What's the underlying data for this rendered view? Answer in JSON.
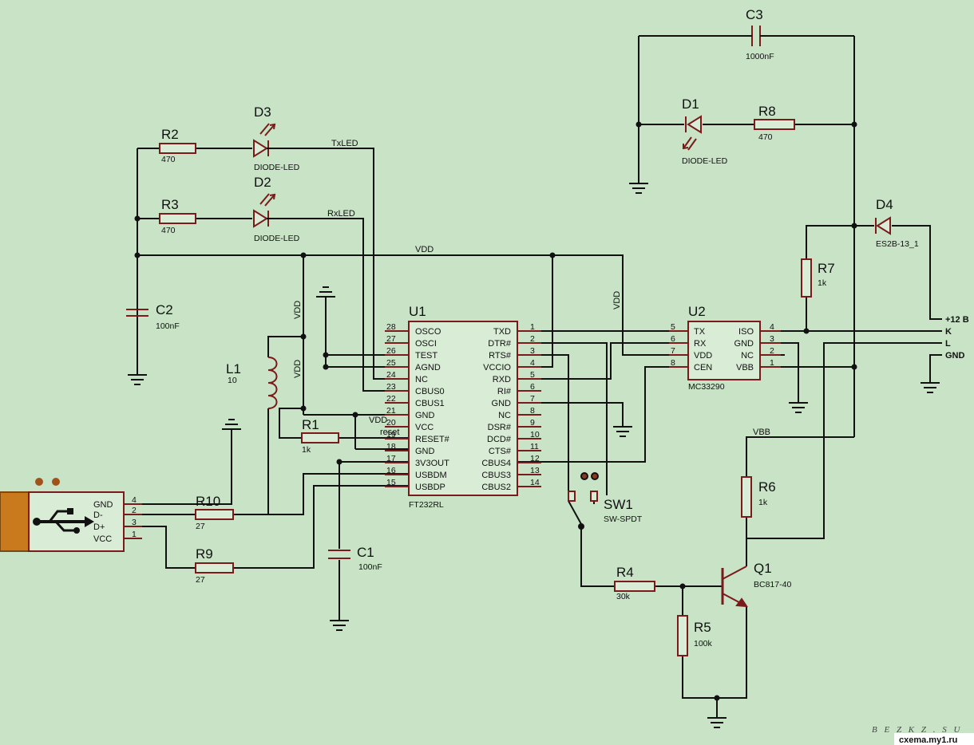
{
  "components": {
    "R1": {
      "ref": "R1",
      "value": "1k"
    },
    "R2": {
      "ref": "R2",
      "value": "470"
    },
    "R3": {
      "ref": "R3",
      "value": "470"
    },
    "R4": {
      "ref": "R4",
      "value": "30k"
    },
    "R5": {
      "ref": "R5",
      "value": "100k"
    },
    "R6": {
      "ref": "R6",
      "value": "1k"
    },
    "R7": {
      "ref": "R7",
      "value": "1k"
    },
    "R8": {
      "ref": "R8",
      "value": "470"
    },
    "R9": {
      "ref": "R9",
      "value": "27"
    },
    "R10": {
      "ref": "R10",
      "value": "27"
    },
    "C1": {
      "ref": "C1",
      "value": "100nF"
    },
    "C2": {
      "ref": "C2",
      "value": "100nF"
    },
    "C3": {
      "ref": "C3",
      "value": "1000nF"
    },
    "D1": {
      "ref": "D1",
      "value": "DIODE-LED"
    },
    "D2": {
      "ref": "D2",
      "value": "DIODE-LED"
    },
    "D3": {
      "ref": "D3",
      "value": "DIODE-LED"
    },
    "D4": {
      "ref": "D4",
      "value": "ES2B-13_1"
    },
    "L1": {
      "ref": "L1",
      "value": "10"
    },
    "Q1": {
      "ref": "Q1",
      "value": "BC817-40"
    },
    "SW1": {
      "ref": "SW1",
      "value": "SW-SPDT"
    },
    "U1": {
      "ref": "U1",
      "value": "FT232RL"
    },
    "U2": {
      "ref": "U2",
      "value": "MC33290"
    }
  },
  "u1_left_pins": [
    {
      "num": "28",
      "name": "OSCO"
    },
    {
      "num": "27",
      "name": "OSCI"
    },
    {
      "num": "26",
      "name": "TEST"
    },
    {
      "num": "25",
      "name": "AGND"
    },
    {
      "num": "24",
      "name": "NC"
    },
    {
      "num": "23",
      "name": "CBUS0"
    },
    {
      "num": "22",
      "name": "CBUS1"
    },
    {
      "num": "21",
      "name": "GND"
    },
    {
      "num": "20",
      "name": "VCC"
    },
    {
      "num": "19",
      "name": "RESET#"
    },
    {
      "num": "18",
      "name": "GND"
    },
    {
      "num": "17",
      "name": "3V3OUT"
    },
    {
      "num": "16",
      "name": "USBDM"
    },
    {
      "num": "15",
      "name": "USBDP"
    }
  ],
  "u1_right_pins": [
    {
      "num": "1",
      "name": "TXD"
    },
    {
      "num": "2",
      "name": "DTR#"
    },
    {
      "num": "3",
      "name": "RTS#"
    },
    {
      "num": "4",
      "name": "VCCIO"
    },
    {
      "num": "5",
      "name": "RXD"
    },
    {
      "num": "6",
      "name": "RI#"
    },
    {
      "num": "7",
      "name": "GND"
    },
    {
      "num": "8",
      "name": "NC"
    },
    {
      "num": "9",
      "name": "DSR#"
    },
    {
      "num": "10",
      "name": "DCD#"
    },
    {
      "num": "11",
      "name": "CTS#"
    },
    {
      "num": "12",
      "name": "CBUS4"
    },
    {
      "num": "13",
      "name": "CBUS3"
    },
    {
      "num": "14",
      "name": "CBUS2"
    }
  ],
  "u2_left_pins": [
    {
      "num": "5",
      "name": "TX"
    },
    {
      "num": "6",
      "name": "RX"
    },
    {
      "num": "7",
      "name": "VDD"
    },
    {
      "num": "8",
      "name": "CEN"
    }
  ],
  "u2_right_pins": [
    {
      "num": "4",
      "name": "ISO"
    },
    {
      "num": "3",
      "name": "GND"
    },
    {
      "num": "2",
      "name": "NC"
    },
    {
      "num": "1",
      "name": "VBB"
    }
  ],
  "usb_pins": [
    {
      "num": "4",
      "name": "GND"
    },
    {
      "num": "2",
      "name": "D-"
    },
    {
      "num": "3",
      "name": "D+"
    },
    {
      "num": "1",
      "name": "VCC"
    }
  ],
  "net_labels": {
    "txled": "TxLED",
    "rxled": "RxLED",
    "vdd_top": "VDD",
    "vdd_left1": "VDD",
    "vdd_left2": "VDD",
    "vdd_u1": "VDD",
    "reset": "reset",
    "vdd_right": "VDD",
    "vbb": "VBB"
  },
  "ports": {
    "p12v": "+12 B",
    "k": "K",
    "l": "L",
    "gnd": "GND"
  },
  "watermark": {
    "line1": "B E Z K Z . S U",
    "line2": "cxema.my1.ru"
  },
  "colors": {
    "background": "#c8e3c6",
    "wire": "#111111",
    "component": "#7a1a1a"
  }
}
